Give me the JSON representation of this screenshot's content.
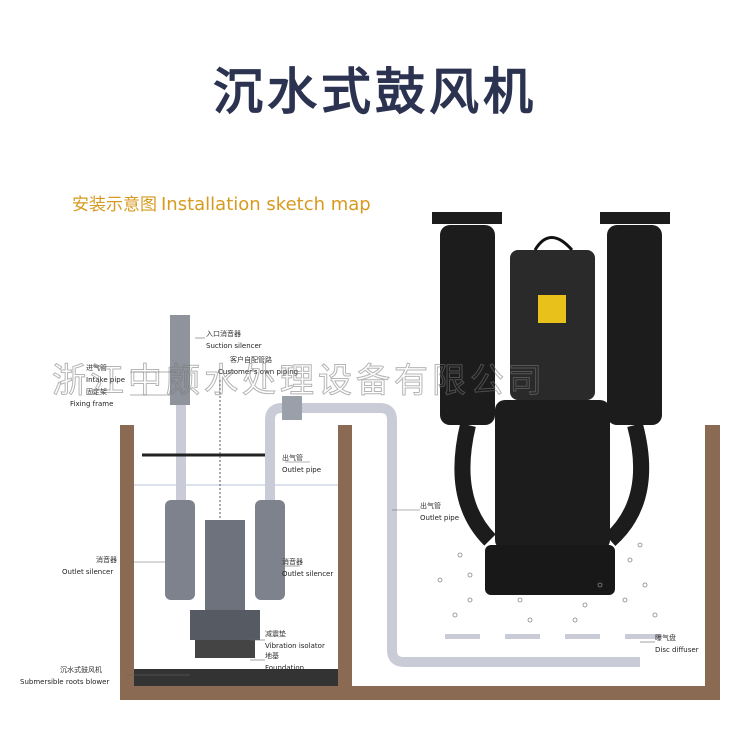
{
  "title": "沉水式鼓风机",
  "subtitle_cn": "安装示意图",
  "subtitle_en": "Installation sketch map",
  "watermark": "浙江中颇水处理设备有限公司",
  "labels": {
    "suction_cn": "入口消音器",
    "suction_en": "Suction silencer",
    "customer_cn": "客户自配管路",
    "customer_en": "Customer's own piping",
    "intake_cn": "进气管",
    "intake_en": "Intake pipe",
    "fixing_cn": "固定架",
    "fixing_en": "Fixing frame",
    "outlet_pipe1_cn": "出气管",
    "outlet_pipe1_en": "Outlet pipe",
    "outlet_pipe2_cn": "出气管",
    "outlet_pipe2_en": "Outlet pipe",
    "outlet_sil_left_cn": "消音器",
    "outlet_sil_left_en": "Outlet silencer",
    "outlet_sil_right_cn": "消音器",
    "outlet_sil_right_en": "Outlet silencer",
    "vibration_cn": "减震垫",
    "vibration_en": "Vibration isolator",
    "foundation_cn": "地基",
    "foundation_en": "Foundation",
    "blower_cn": "沉水式鼓风机",
    "blower_en": "Submersible roots blower",
    "disc_cn": "曝气盘",
    "disc_en": "Disc diffuser"
  },
  "colors": {
    "title": "#2b3350",
    "subtitle": "#d89a1e",
    "wall": "#8a6a52",
    "pipe": "#c9ccd6",
    "machine": "#1c1c1c",
    "accent": "#e8c21a"
  }
}
